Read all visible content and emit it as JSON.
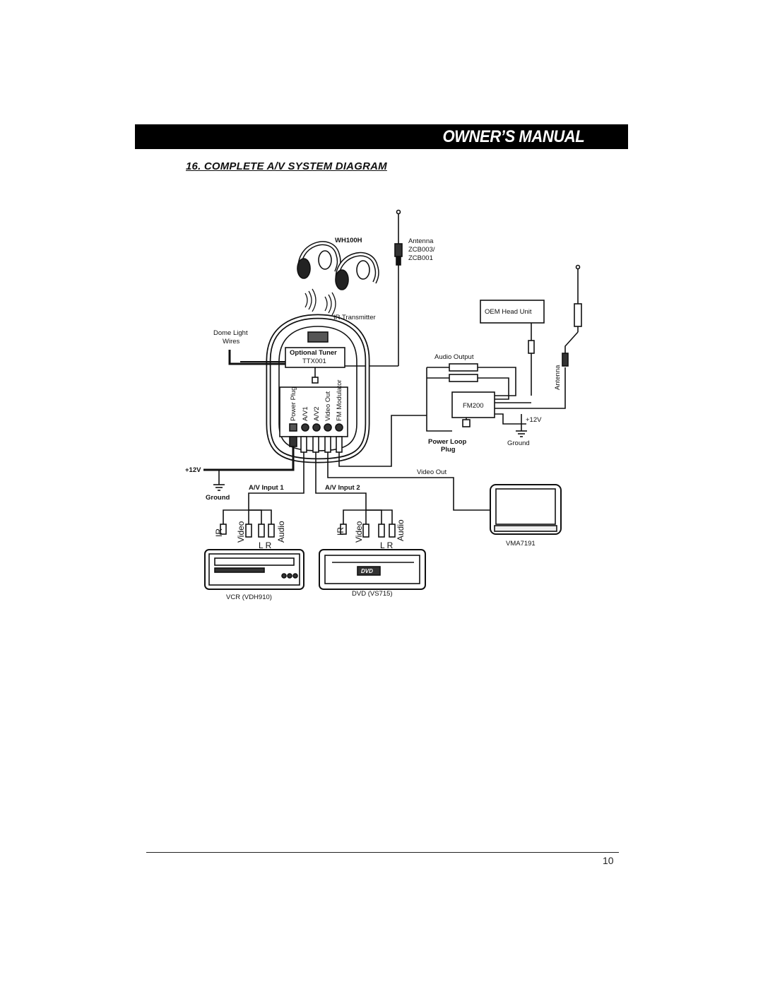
{
  "header": {
    "title": "OWNER’S MANUAL"
  },
  "section": {
    "title": "16. COMPLETE A/V SYSTEM DIAGRAM"
  },
  "diagram": {
    "headphones_label": "WH100H",
    "antenna_label_1": "Antenna",
    "antenna_label_2": "ZCB003/",
    "antenna_label_3": "ZCB001",
    "ir_transmitter_label": "IR Transmitter",
    "dome_light_label_1": "Dome Light",
    "dome_light_label_2": "Wires",
    "tuner_label_1": "Optional Tuner",
    "tuner_label_2": "TTX001",
    "port_power_plug": "Power Plug",
    "port_av1": "A/V1",
    "port_av2": "A/V2",
    "port_video_out": "Video Out",
    "port_fm_modulator": "FM Modulator",
    "oem_head_unit_label": "OEM Head Unit",
    "audio_output_label": "Audio Output",
    "fm200_label": "FM200",
    "side_antenna_label": "Antenna",
    "fm_12v_label": "+12V",
    "fm_ground_label": "Ground",
    "power_loop_label_1": "Power Loop",
    "power_loop_label_2": "Plug",
    "main_12v_label": "+12V",
    "main_ground_label": "Ground",
    "video_out_label": "Video Out",
    "av_input_1_label": "A/V Input 1",
    "av_input_2_label": "A/V Input 2",
    "conn_ir": "IR",
    "conn_video": "Video",
    "conn_audio": "Audio",
    "conn_lr": "L R",
    "monitor_label": "VMA7191",
    "vcr_label": "VCR (VDH910)",
    "dvd_label": "DVD (VS715)",
    "dvd_logo": "DVD"
  },
  "footer": {
    "page_number": "10"
  }
}
